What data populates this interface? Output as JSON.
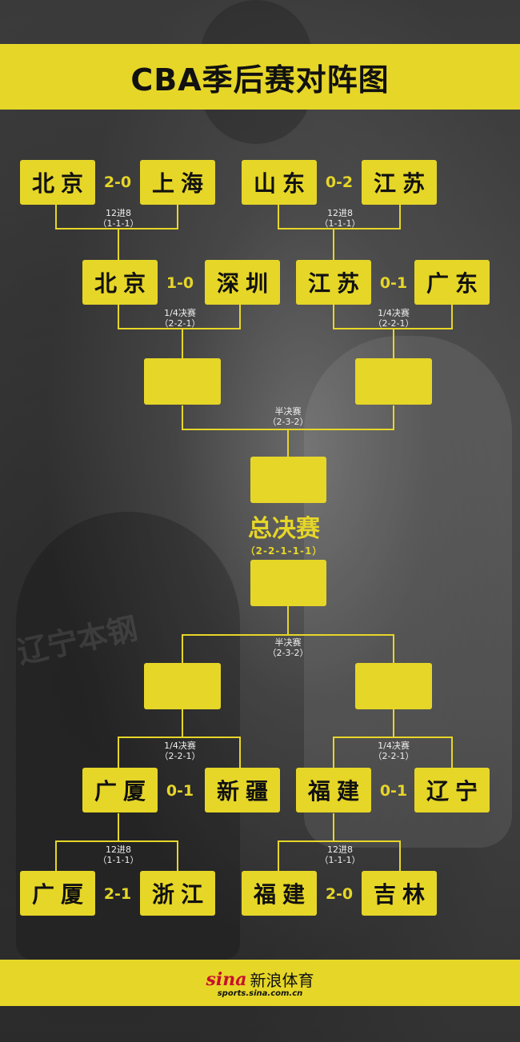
{
  "title": "CBA季后赛对阵图",
  "labels": {
    "r12": "12进8",
    "r12_fmt": "（1-1-1）",
    "qf": "1/4决赛",
    "qf_fmt": "（2-2-1）",
    "sf": "半决赛",
    "sf_fmt": "（2-3-2）",
    "final": "总决赛",
    "final_fmt": "（2-2-1-1-1）"
  },
  "top": {
    "r12_left": {
      "team_a": "北京",
      "score": "2-0",
      "team_b": "上海"
    },
    "r12_right": {
      "team_a": "山东",
      "score": "0-2",
      "team_b": "江苏"
    },
    "qf_left": {
      "team_a": "北京",
      "score": "1-0",
      "team_b": "深圳"
    },
    "qf_right": {
      "team_a": "江苏",
      "score": "0-1",
      "team_b": "广东"
    }
  },
  "bottom": {
    "qf_left": {
      "team_a": "广厦",
      "score": "0-1",
      "team_b": "新疆"
    },
    "qf_right": {
      "team_a": "福建",
      "score": "0-1",
      "team_b": "辽宁"
    },
    "r12_left": {
      "team_a": "广厦",
      "score": "2-1",
      "team_b": "浙江"
    },
    "r12_right": {
      "team_a": "福建",
      "score": "2-0",
      "team_b": "吉林"
    }
  },
  "footer": {
    "logo": "sina",
    "logo_cn": "新浪体育",
    "url": "sports.sina.com.cn"
  },
  "colors": {
    "accent": "#e6d628",
    "background": "#3c3c3c"
  }
}
